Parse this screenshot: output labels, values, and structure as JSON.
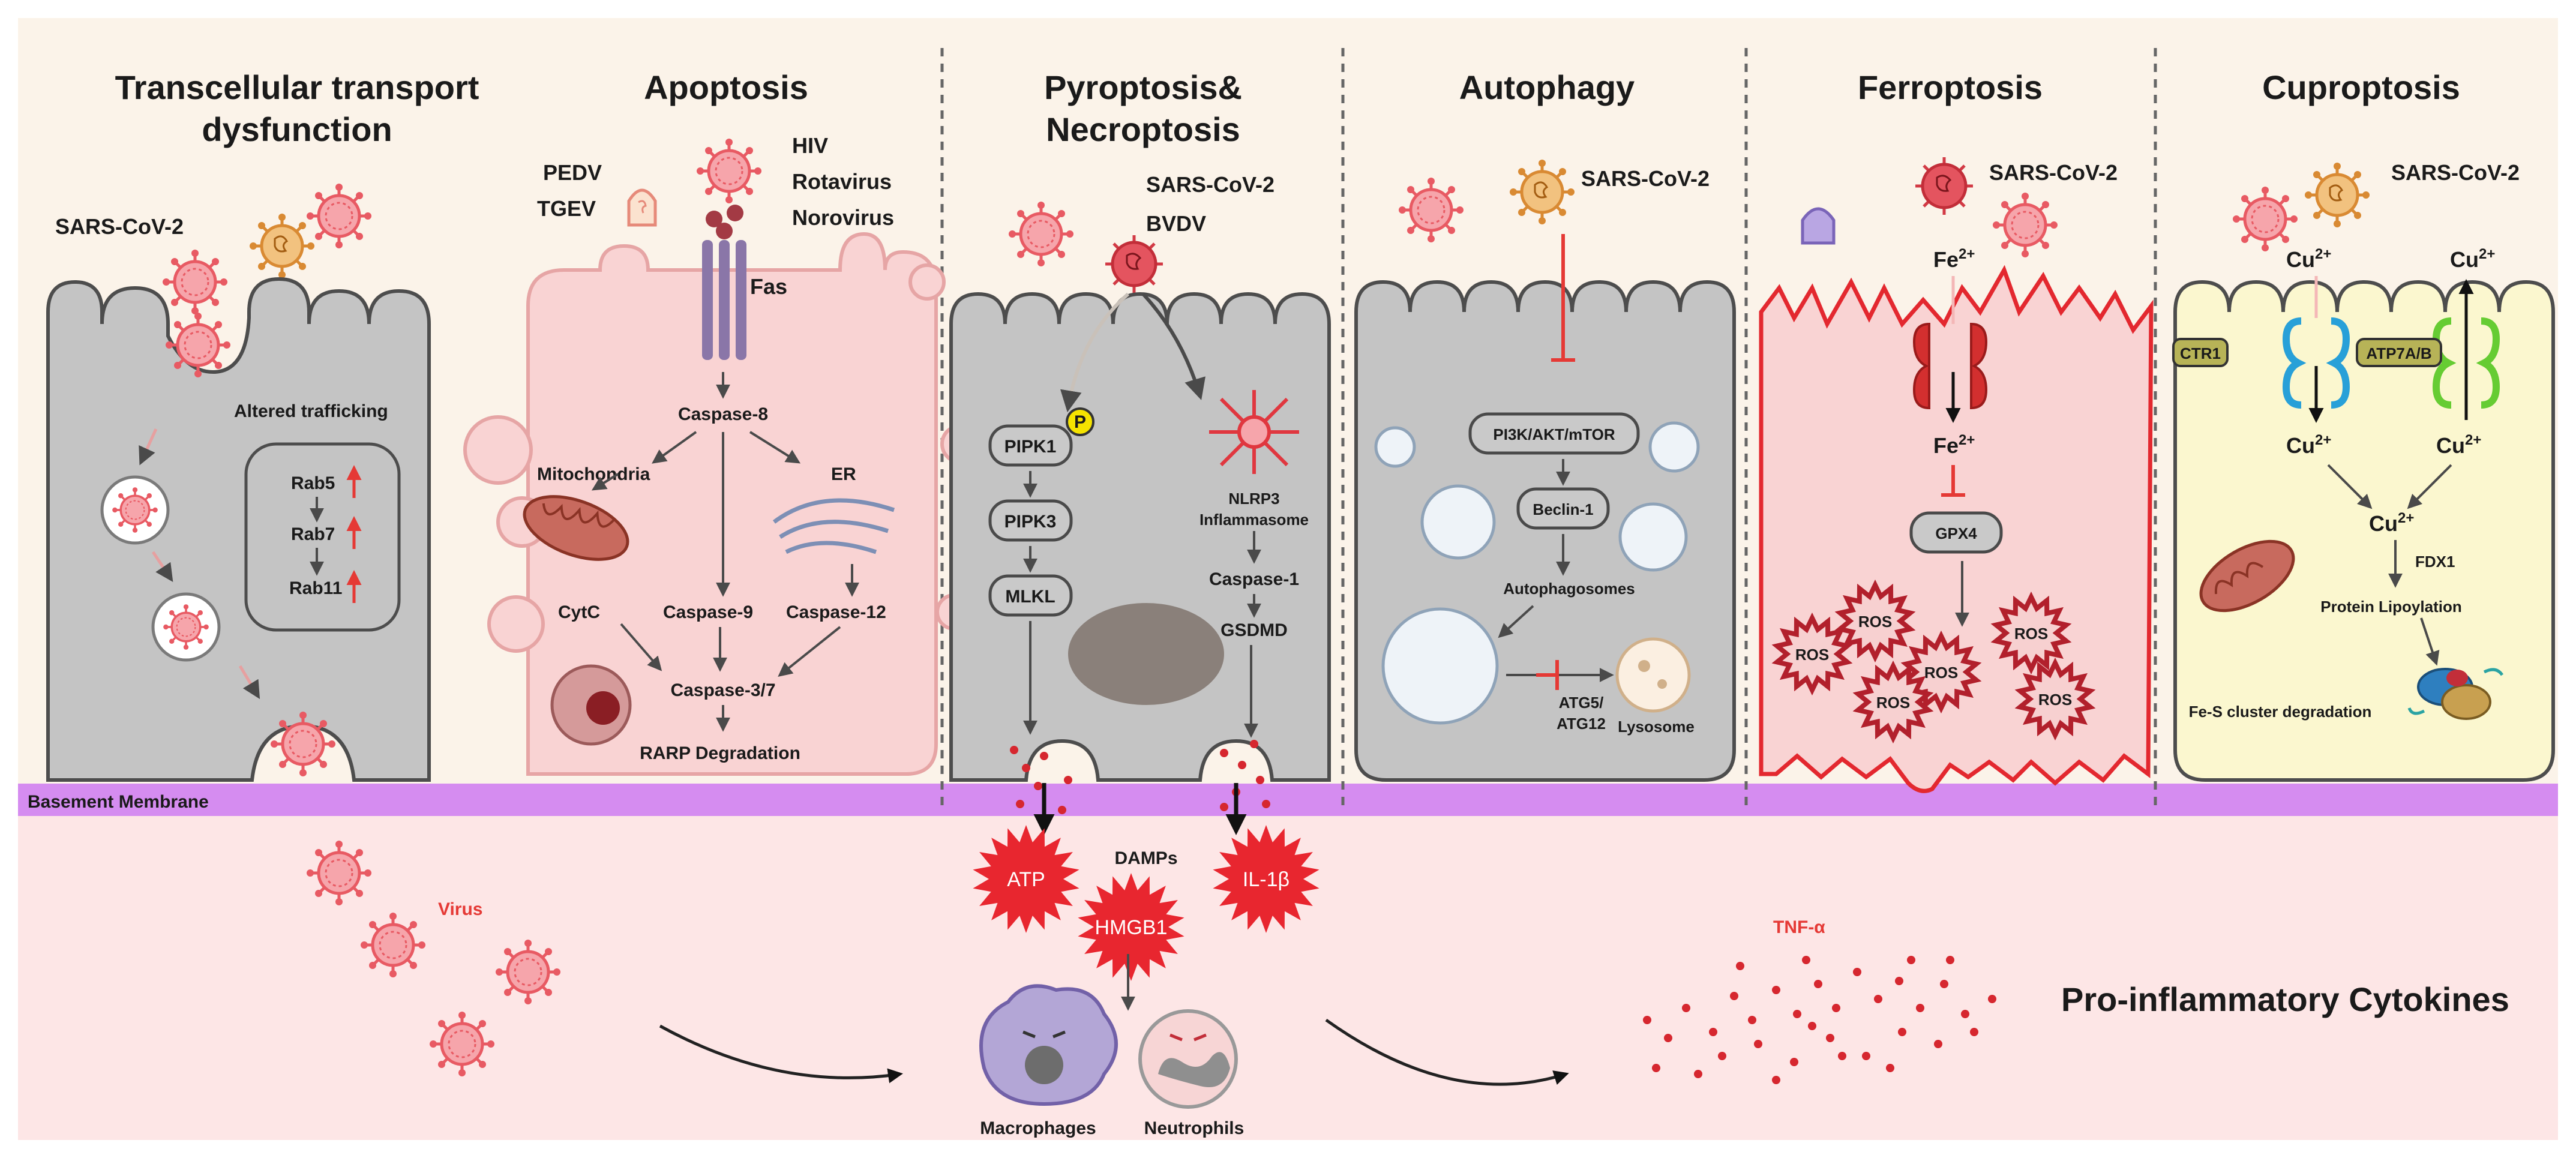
{
  "colors": {
    "top_bg": "#fbf3e9",
    "bottom_bg": "#fde6e6",
    "membrane": "#d58cf0",
    "cell_gray": "#c4c4c4",
    "cell_pink": "#f9d3d3",
    "cell_yellow": "#fbf7cf",
    "virus_red": "#e85a63",
    "virus_orange": "#e9a85c",
    "ros_red": "#b2202c",
    "burst_red": "#e8262f"
  },
  "panels": {
    "transport": {
      "title_line1": "Transcellular transport",
      "title_line2": "dysfunction",
      "virus": "SARS-CoV-2",
      "altered": "Altered trafficking",
      "rabs": [
        "Rab5",
        "Rab7",
        "Rab11"
      ]
    },
    "apoptosis": {
      "title": "Apoptosis",
      "viruses_left": [
        "PEDV",
        "TGEV"
      ],
      "viruses_right": [
        "HIV",
        "Rotavirus",
        "Norovirus"
      ],
      "fas": "Fas",
      "casp8": "Caspase-8",
      "mito": "Mitochondria",
      "er": "ER",
      "cytc": "CytC",
      "casp9": "Caspase-9",
      "casp12": "Caspase-12",
      "casp37": "Caspase-3/7",
      "rarp": "RARP Degradation"
    },
    "pyro": {
      "title_line1": "Pyroptosis&",
      "title_line2": "Necroptosis",
      "viruses": [
        "SARS-CoV-2",
        "BVDV"
      ],
      "pipk1": "PIPK1",
      "p": "P",
      "pipk3": "PIPK3",
      "mlkl": "MLKL",
      "nlrp3_line1": "NLRP3",
      "nlrp3_line2": "Inflammasome",
      "casp1": "Caspase-1",
      "gsdmd": "GSDMD"
    },
    "autophagy": {
      "title": "Autophagy",
      "virus": "SARS-CoV-2",
      "pathway": "PI3K/AKT/mTOR",
      "beclin": "Beclin-1",
      "autophagosomes": "Autophagosomes",
      "atg_line1": "ATG5/",
      "atg_line2": "ATG12",
      "lysosome": "Lysosome"
    },
    "ferroptosis": {
      "title": "Ferroptosis",
      "virus": "SARS-CoV-2",
      "fe": "Fe",
      "fe_charge": "2+",
      "gpx4": "GPX4",
      "ros": "ROS"
    },
    "cuproptosis": {
      "title": "Cuproptosis",
      "virus": "SARS-CoV-2",
      "cu": "Cu",
      "cu_charge": "2+",
      "ctr1": "CTR1",
      "atp7": "ATP7A/B",
      "fdx1": "FDX1",
      "lipoylation": "Protein Lipoylation",
      "fes": "Fe-S cluster degradation"
    }
  },
  "membrane_label": "Basement Membrane",
  "bottom": {
    "virus": "Virus",
    "damps": "DAMPs",
    "atp": "ATP",
    "il1b": "IL-1β",
    "hmgb1": "HMGB1",
    "macrophages": "Macrophages",
    "neutrophils": "Neutrophils",
    "tnf": "TNF-α",
    "cytokines": "Pro-inflammatory Cytokines"
  }
}
